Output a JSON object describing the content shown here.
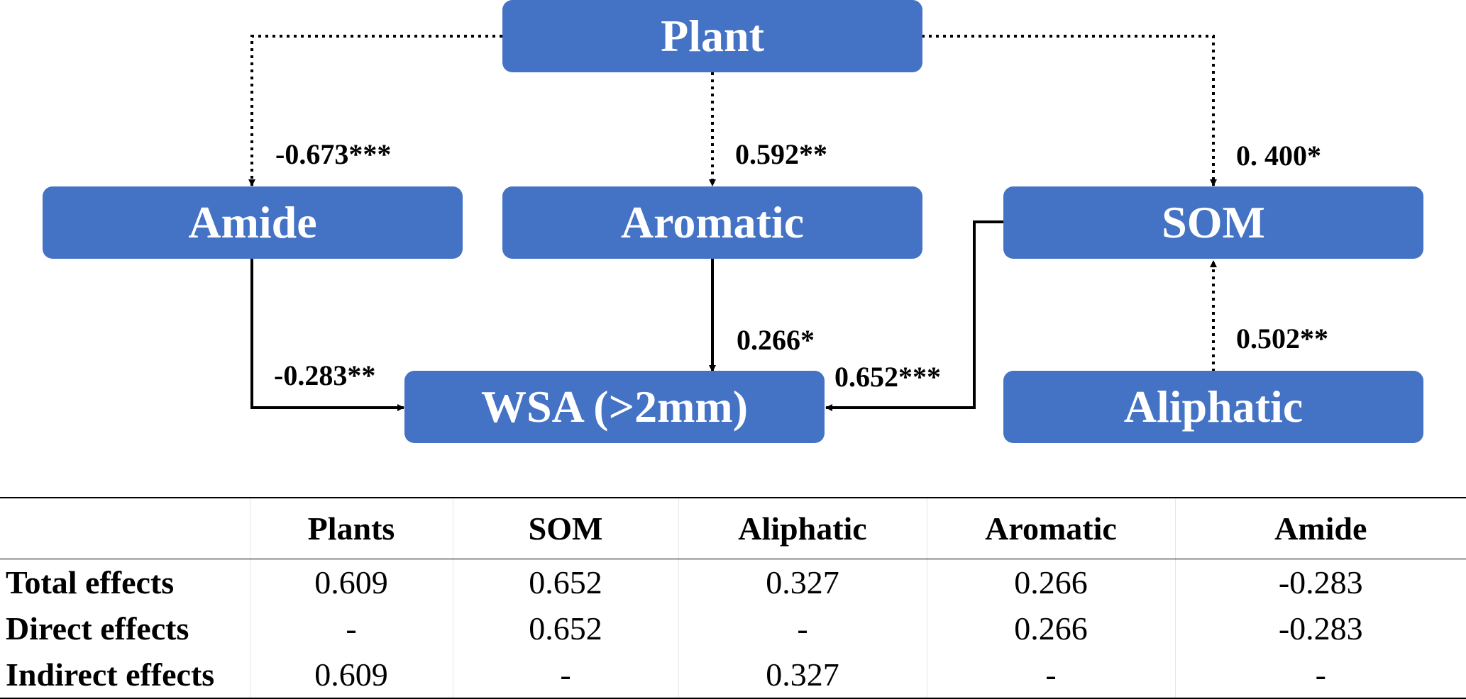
{
  "diagram": {
    "nodes": {
      "plant": "Plant",
      "amide": "Amide",
      "aromatic": "Aromatic",
      "som": "SOM",
      "wsa": "WSA (>2mm)",
      "aliphatic": "Aliphatic"
    },
    "paths": {
      "plant_amide": "-0.673***",
      "plant_aromatic": "0.592**",
      "plant_som": "0. 400*",
      "aromatic_wsa": "0.266*",
      "amide_wsa": "-0.283**",
      "som_wsa": "0.652***",
      "aliphatic_som": "0.502**"
    },
    "colors": {
      "node_fill": "#4472C4",
      "node_text": "#FFFFFF",
      "edge": "#000000"
    }
  },
  "table": {
    "headers": [
      "",
      "Plants",
      "SOM",
      "Aliphatic",
      "Aromatic",
      "Amide"
    ],
    "rows": [
      {
        "label": "Total effects",
        "values": [
          "0.609",
          "0.652",
          "0.327",
          "0.266",
          "-0.283"
        ]
      },
      {
        "label": "Direct effects",
        "values": [
          "-",
          "0.652",
          "-",
          "0.266",
          "-0.283"
        ]
      },
      {
        "label": "Indirect effects",
        "values": [
          "0.609",
          "-",
          "0.327",
          "-",
          "-"
        ]
      }
    ]
  }
}
